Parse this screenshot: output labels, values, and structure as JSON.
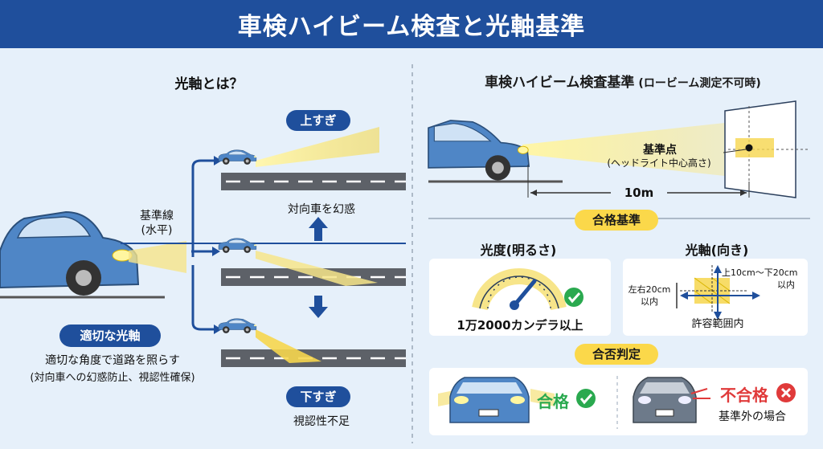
{
  "title": "車検ハイビーム検査と光軸基準",
  "left": {
    "heading": "光軸とは？",
    "reference_line": [
      "基準線",
      "(水平)"
    ],
    "up_label": "上すぎ",
    "up_caption": "対向車を幻惑",
    "down_label": "下すぎ",
    "down_caption": "視認性不足",
    "proper_label": "適切な光軸",
    "proper_desc": "適切な角度で道路を照らす",
    "proper_note": "(対向車への幻惑防止、視認性確保)"
  },
  "right": {
    "heading": "車検ハイビーム検査基準",
    "heading_note": "(ロービーム測定不可時)",
    "ref_point": "基準点",
    "ref_point_note": "(ヘッドライト中心高さ)",
    "distance": "10m",
    "criteria_label": "合格基準",
    "brightness": {
      "heading": "光度(明るさ)",
      "value": "1万2000カンデラ以上"
    },
    "axis": {
      "heading": "光軸(向き)",
      "vertical": "上10cm〜下20cm",
      "vertical_unit": "以内",
      "horizontal": "左右20cm",
      "horizontal_unit": "以内",
      "range": "許容範囲内"
    },
    "judgement_label": "合否判定",
    "pass": "合格",
    "fail": "不合格",
    "fail_note": "基準外の場合"
  },
  "colors": {
    "primary": "#1f4f9c",
    "beam_yellow": "#f4e27a",
    "road": "#5d6168",
    "car_blue": "#4f86c6",
    "pass_green": "#2aa94f",
    "fail_red": "#e03a3a"
  }
}
